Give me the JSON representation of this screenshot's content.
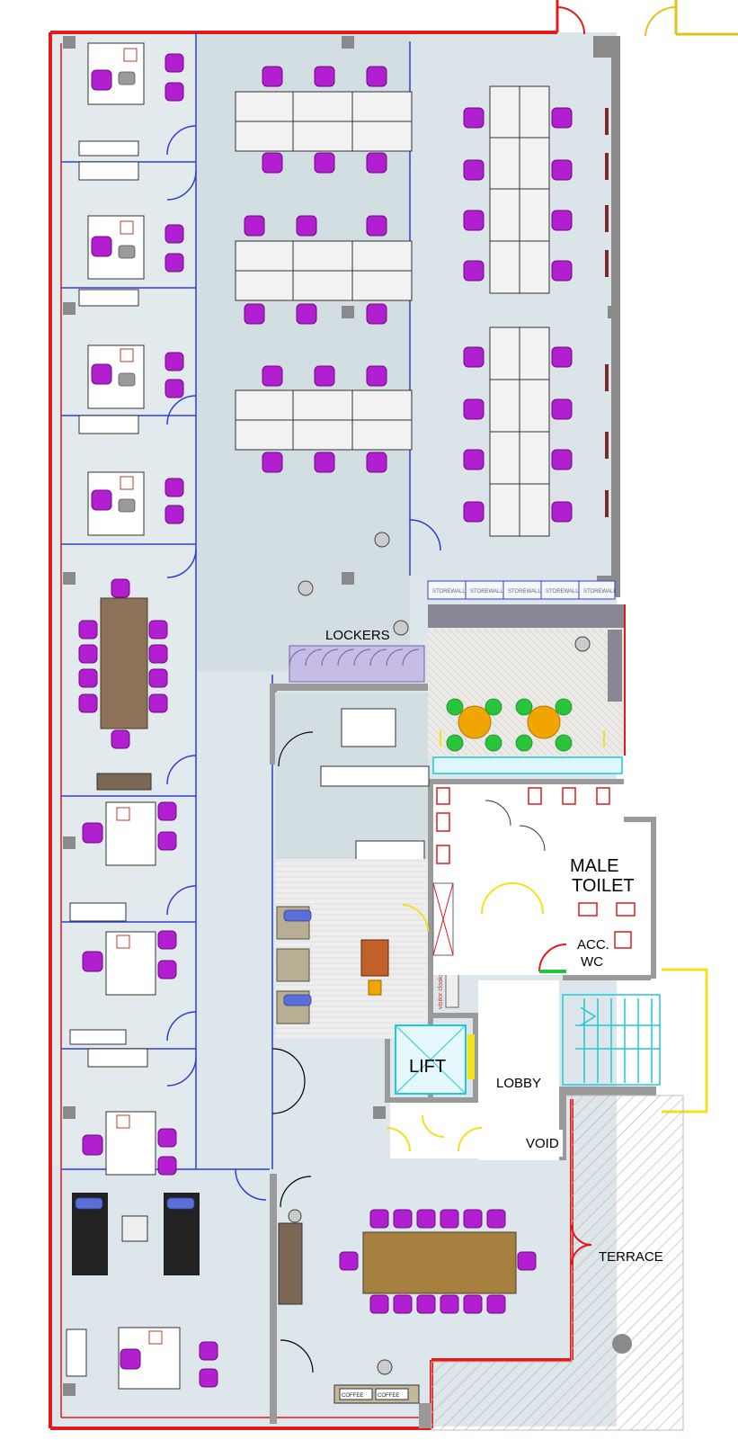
{
  "floor_plan": {
    "room_labels": {
      "lockers": "LOCKERS",
      "male_toilet_line1": "MALE",
      "male_toilet_line2": "TOILET",
      "acc_wc_line1": "ACC.",
      "acc_wc_line2": "WC",
      "lift": "LIFT",
      "lobby": "LOBBY",
      "void": "VOID",
      "terrace": "TERRACE"
    },
    "small_labels": {
      "storewall": "STOREWALL",
      "visitor_cloaks": "visitor cloaks",
      "coffee": "COFFEE"
    },
    "colors": {
      "exterior_wall": "#e01b1b",
      "chair": "#b21fd0",
      "partition": "#2c3fd4",
      "floor": "#dde6ea",
      "table_wood": "#9a7a52",
      "stair": "#22c7d8",
      "door_yellow": "#f2e21a",
      "terrace_hatch": "#c9b8b8",
      "round_table": "#f0a500",
      "plant_green": "#27c43c",
      "soft_seat": "#5b6fd6"
    }
  }
}
